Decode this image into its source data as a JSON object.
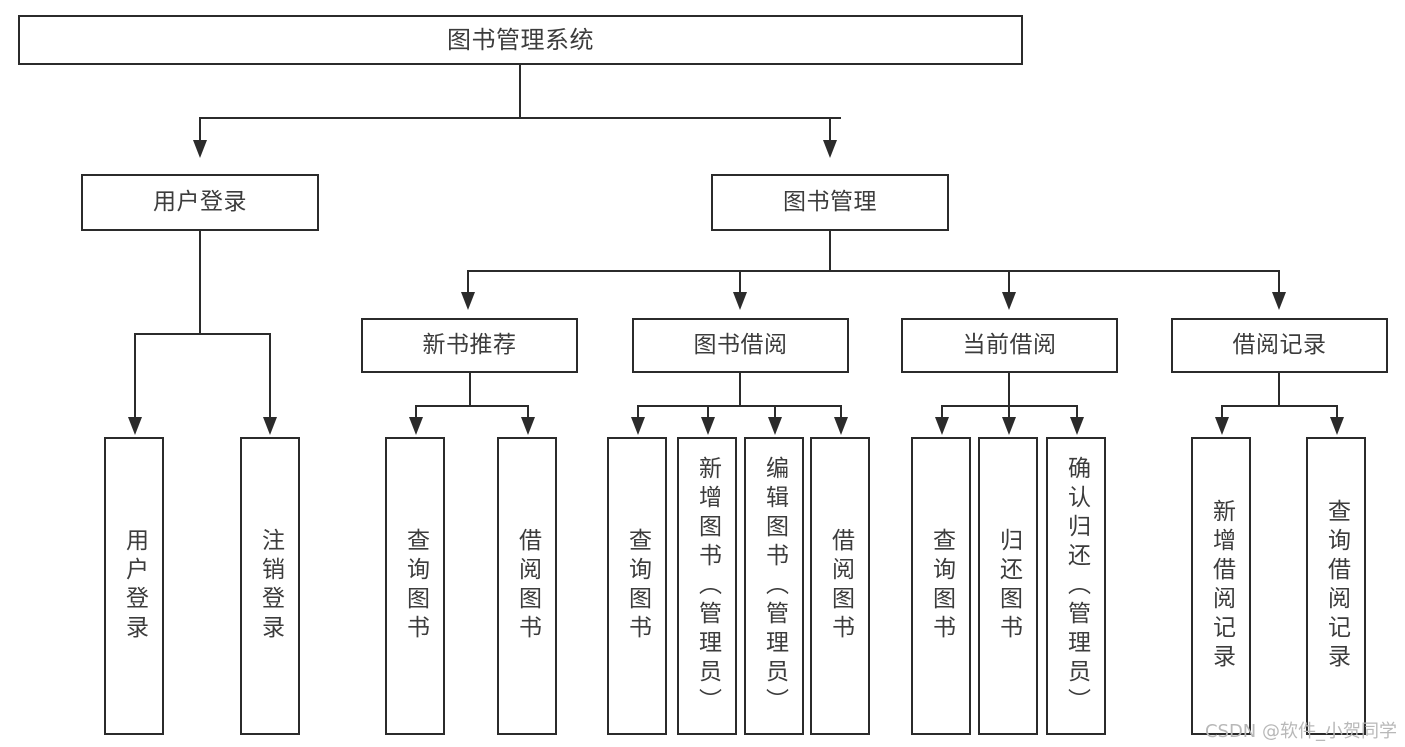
{
  "diagram": {
    "title": "图书管理系统",
    "type": "tree-hierarchy-diagram",
    "colors": {
      "stroke": "#2b2b2b",
      "text": "#3c3c3c",
      "background": "#ffffff",
      "watermark": "#b8b8b8"
    },
    "root": {
      "label": "图书管理系统"
    },
    "level2": [
      {
        "label": "用户登录"
      },
      {
        "label": "图书管理"
      }
    ],
    "level3": [
      {
        "label": "新书推荐"
      },
      {
        "label": "图书借阅"
      },
      {
        "label": "当前借阅"
      },
      {
        "label": "借阅记录"
      }
    ],
    "leaves": {
      "user_login": [
        {
          "label": "用户登录"
        },
        {
          "label": "注销登录"
        }
      ],
      "new_book_recommend": [
        {
          "label": "查询图书"
        },
        {
          "label": "借阅图书"
        }
      ],
      "book_borrow": [
        {
          "label": "查询图书"
        },
        {
          "label": "新增图书（管理员）"
        },
        {
          "label": "编辑图书（管理员）"
        },
        {
          "label": "借阅图书"
        }
      ],
      "current_borrow": [
        {
          "label": "查询图书"
        },
        {
          "label": "归还图书"
        },
        {
          "label": "确认归还（管理员）"
        }
      ],
      "borrow_record": [
        {
          "label": "新增借阅记录"
        },
        {
          "label": "查询借阅记录"
        }
      ]
    }
  },
  "watermark": "CSDN @软件_小贺同学"
}
